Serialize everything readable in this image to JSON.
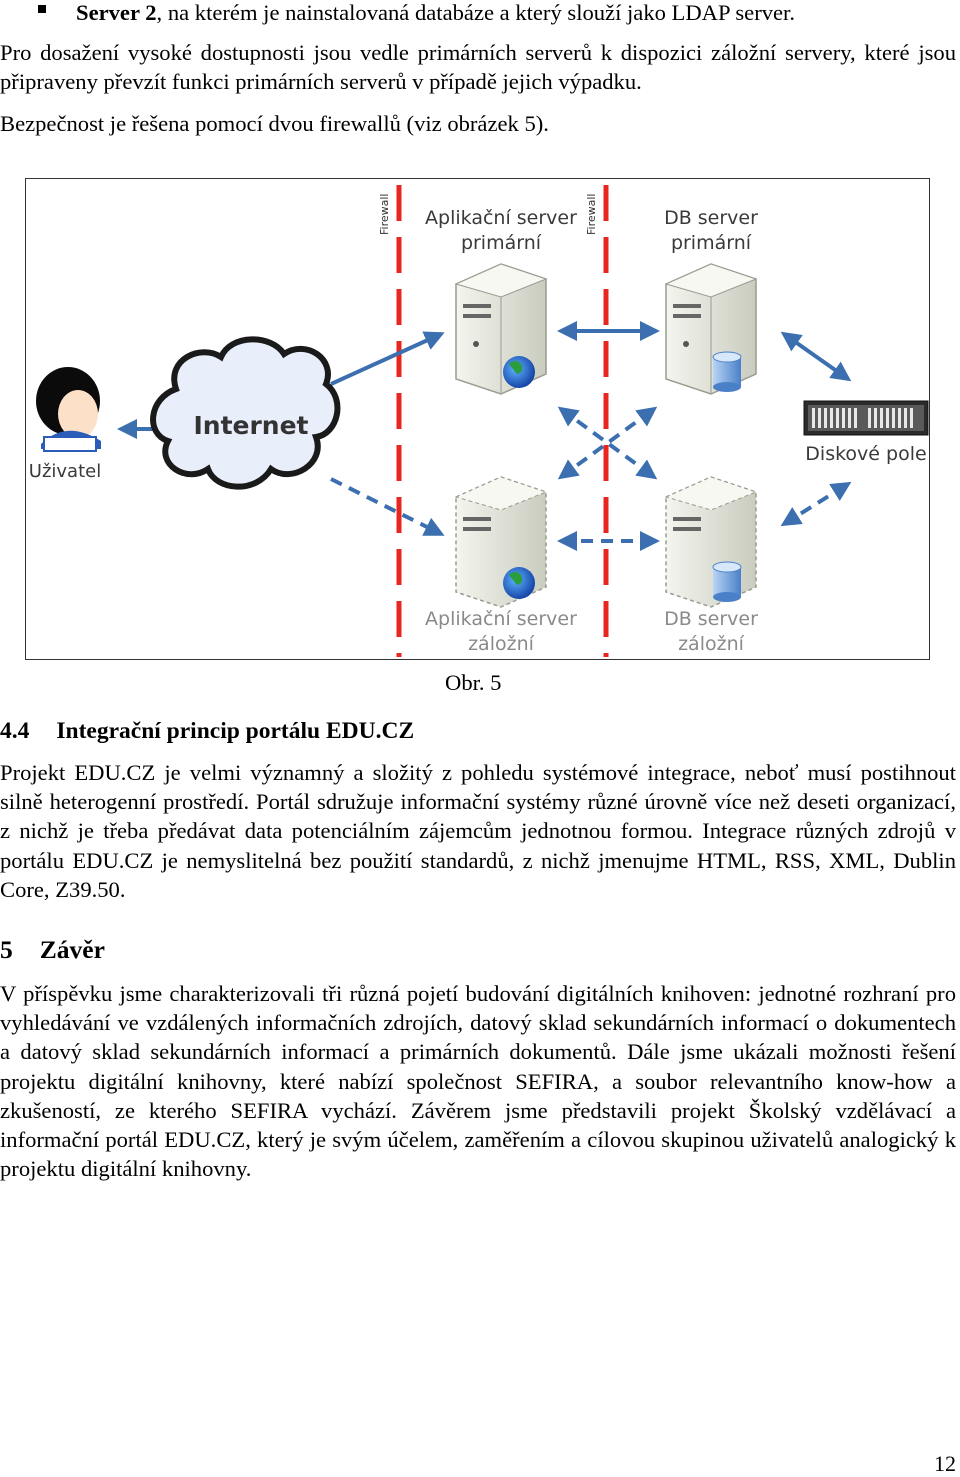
{
  "top_bullet": {
    "bold": "Server 2",
    "rest": ", na kterém je nainstalovaná databáze a který slouží jako LDAP server."
  },
  "paragraphs": {
    "availability": "Pro dosažení vysoké dostupnosti jsou vedle primárních serverů k dispozici záložní servery, které jsou připraveny převzít funkci primárních serverů v případě jejich výpadku.",
    "security": "Bezpečnost je řešena pomocí dvou firewallů (viz obrázek 5)."
  },
  "figure": {
    "labels": {
      "firewall": "Firewall",
      "app_primary_line1": "Aplikační server",
      "app_primary_line2": "primární",
      "db_primary_line1": "DB server",
      "db_primary_line2": "primární",
      "internet": "Internet",
      "user": "Uživatel",
      "disk_array": "Diskové pole",
      "app_backup_line1": "Aplikační server",
      "app_backup_line2": "záložní",
      "db_backup_line1": "DB server",
      "db_backup_line2": "záložní"
    },
    "caption": "Obr. 5",
    "colors": {
      "firewall": "#e8251f",
      "arrow": "#3b6fb0",
      "cloud_outline": "#1a1a1a",
      "cloud_fill": "#e9eefb",
      "server_body": "#e4e6dc"
    }
  },
  "section_4_4": {
    "number": "4.4",
    "title": "Integrační princip portálu EDU.CZ",
    "body": "Projekt EDU.CZ je velmi významný a složitý z pohledu systémové integrace, neboť musí postihnout silně heterogenní prostředí. Portál sdružuje informační systémy různé úrovně více než deseti organizací, z nichž je třeba předávat data potenciálním zájemcům jednotnou formou. Integrace různých zdrojů v portálu EDU.CZ je nemyslitelná bez použití standardů, z nichž jmenujme HTML, RSS, XML, Dublin Core, Z39.50."
  },
  "section_5": {
    "number": "5",
    "title": "Závěr",
    "body": "V příspěvku jsme charakterizovali tři různá pojetí budování digitálních knihoven: jednotné rozhraní pro vyhledávání ve vzdálených informačních zdrojích, datový sklad sekundárních informací o dokumentech a datový sklad sekundárních informací a primárních dokumentů. Dále jsme ukázali možnosti řešení projektu digitální knihovny, které nabízí společnost SEFIRA, a soubor relevantního know-how a zkušeností, ze kterého SEFIRA vychází. Závěrem jsme představili projekt Školský vzdělávací a informační portál EDU.CZ, který je svým účelem, zaměřením a cílovou skupinou uživatelů analogický k projektu digitální knihovny."
  },
  "page_number": "12"
}
